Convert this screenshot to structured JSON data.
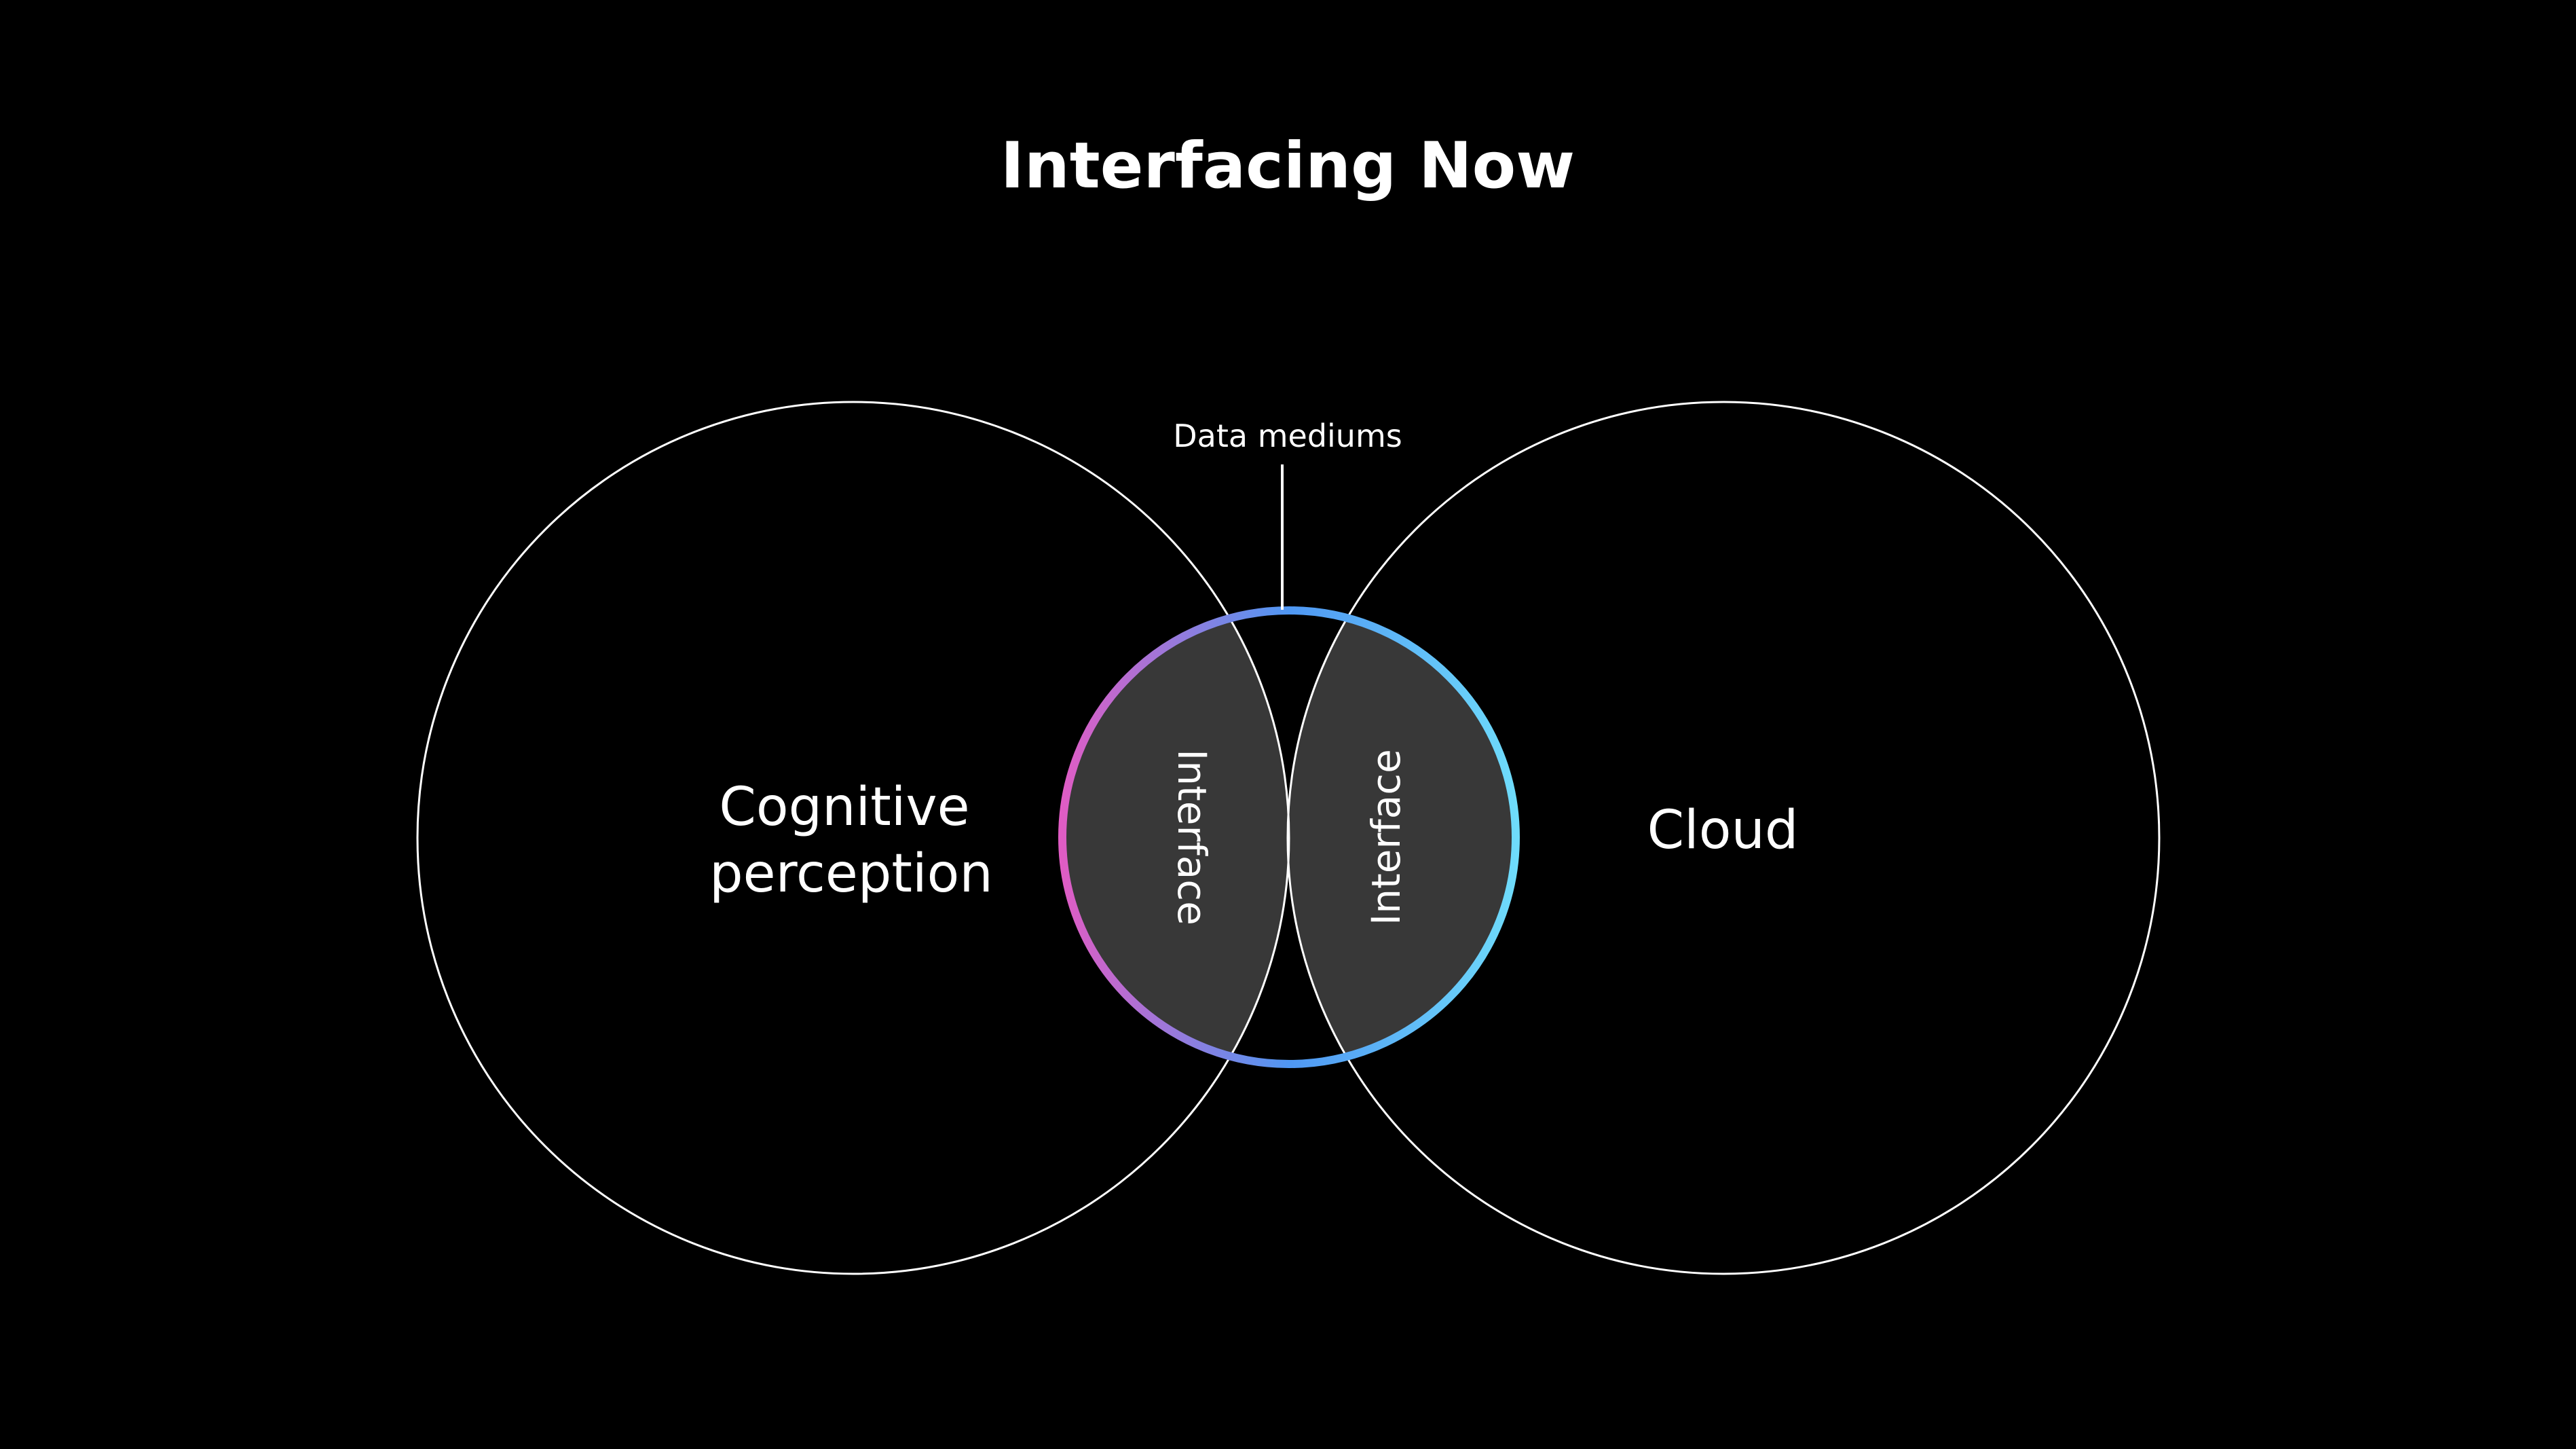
{
  "title": "Interfacing Now",
  "left_circle": {
    "label_lines": [
      "Cognitive",
      "perception"
    ]
  },
  "right_circle": {
    "label": "Cloud"
  },
  "center": {
    "callout": "Data mediums",
    "left_lens_label": "Interface",
    "right_lens_label": "Interface"
  },
  "colors": {
    "background": "#000000",
    "outline": "#ffffff",
    "lens_fill": "#383838",
    "gradient_start": "#e05cc4",
    "gradient_mid": "#4f97f3",
    "gradient_end": "#6fdcfb"
  }
}
